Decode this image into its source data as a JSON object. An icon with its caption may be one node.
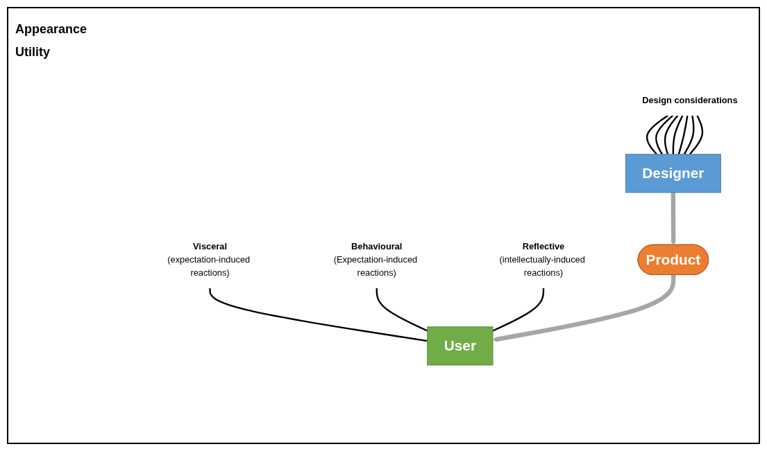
{
  "diagram": {
    "nodes": [
      {
        "text": [
          "Design considerations"
        ]
      },
      {
        "text": [
          "Designer"
        ]
      },
      {
        "text": [
          "Behavioural",
          "(Expectation-induced reactions)"
        ]
      },
      {
        "text": [
          "Visceral",
          "(expectation-induced reactions)"
        ]
      },
      {
        "text": [
          "Reflective",
          "(intellectually-induced reactions)"
        ]
      },
      {
        "text": [
          "User"
        ]
      },
      {
        "text": [
          "Product"
        ]
      }
    ],
    "edges": [
      {
        "from": 0,
        "to": 1,
        "arrow": "none"
      },
      {
        "from": 0,
        "to": 1,
        "arrow": "none"
      },
      {
        "from": 0,
        "to": 1,
        "arrow": "none"
      },
      {
        "from": 0,
        "to": 1,
        "arrow": "none"
      },
      {
        "from": 0,
        "to": 1,
        "arrow": "none"
      },
      {
        "from": 0,
        "to": 1,
        "arrow": "none"
      },
      {
        "from": 0,
        "to": 1,
        "arrow": "none"
      },
      {
        "from": 3,
        "to": 5,
        "arrow": "none"
      },
      {
        "from": 2,
        "to": 5,
        "arrow": "none"
      },
      {
        "from": 4,
        "to": 5,
        "arrow": "none"
      },
      {
        "from": 1,
        "to": 6,
        "arrow": "to",
        "style": "thick",
        "color": "#a6a6a6"
      },
      {
        "from": 6,
        "to": 5,
        "arrow": "to",
        "style": "thick",
        "color": "#a6a6a6"
      }
    ],
    "labels": [
      "Appearance",
      "Utility"
    ]
  }
}
